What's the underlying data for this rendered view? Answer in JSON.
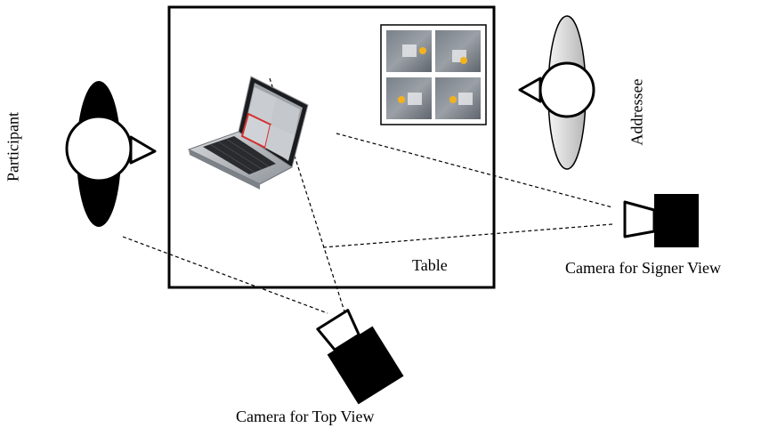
{
  "labels": {
    "participant": "Participant",
    "addressee": "Addressee",
    "table": "Table",
    "camera_signer": "Camera for Signer View",
    "camera_top": "Camera for Top View"
  },
  "colors": {
    "ink": "#000000",
    "addressee_body": "#d9d9d9",
    "laptop_body": "#b8bcc2",
    "laptop_screen": "#1c1c1e",
    "highlight_frame": "#d32f2f",
    "ball": "#f2b21e"
  },
  "thumbnail_grid": {
    "rows": 2,
    "columns": 2
  }
}
